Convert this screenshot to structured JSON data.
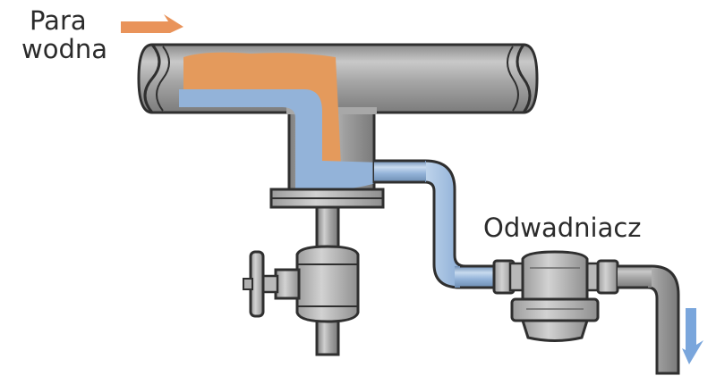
{
  "labels": {
    "steam_line1": "Para",
    "steam_line2": "wodna",
    "trap": "Odwadniacz"
  },
  "colors": {
    "pipe": "#a8a8a8",
    "pipe_dark": "#6f6f6f",
    "steam": "#e49a5c",
    "condensate": "#93b3d9",
    "flow_arrow_steam": "#e9935a",
    "flow_arrow_water": "#7aa6dc"
  }
}
